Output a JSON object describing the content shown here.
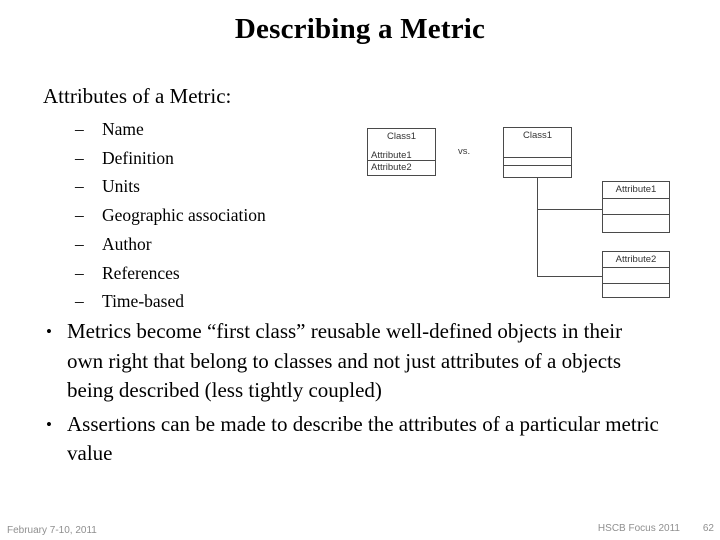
{
  "slide": {
    "title": "Describing a Metric",
    "section_heading": "Attributes of a Metric:",
    "dash_glyph": "–",
    "bullet_glyph": "•",
    "attributes": [
      "Name",
      "Definition",
      "Units",
      "Geographic association",
      "Author",
      "References",
      "Time-based"
    ],
    "bullets": [
      "Metrics become “first class” reusable well-defined objects in their own right that belong to classes and not just attributes of a objects being described (less tightly coupled)",
      "Assertions can be made to describe the attributes of a particular metric value"
    ]
  },
  "diagram": {
    "vs_label": "vs.",
    "compact_class": {
      "title": "Class1",
      "attribute1": "Attribute1",
      "attribute2": "Attribute2"
    },
    "expanded_class": {
      "title": "Class1"
    },
    "attribute_class1": {
      "title": "Attribute1"
    },
    "attribute_class2": {
      "title": "Attribute2"
    }
  },
  "footer": {
    "date": "February 7-10, 2011",
    "event": "HSCB Focus 2011",
    "page_number": "62"
  },
  "colors": {
    "background": "#ffffff",
    "text": "#000000",
    "diagram_line": "#4a4a4a",
    "footer_text": "#8f8f8f"
  }
}
